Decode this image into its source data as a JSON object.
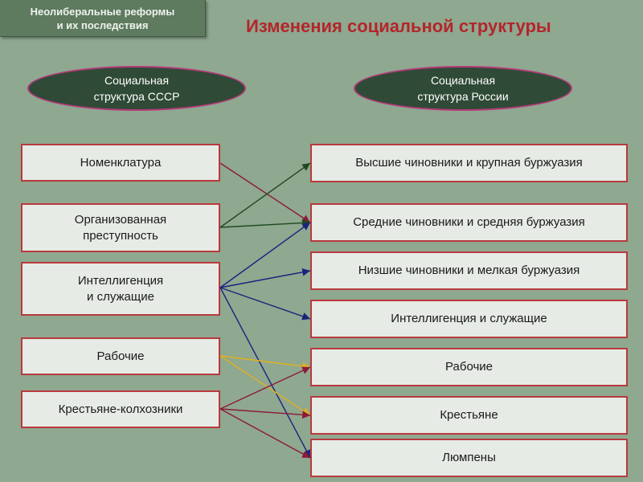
{
  "header": {
    "badge": "Неолиберальные реформы\nи их последствия",
    "title": "Изменения социальной структуры"
  },
  "ellipses": {
    "left": "Социальная\nструктура СССР",
    "right": "Социальная\nструктура России"
  },
  "left_boxes": [
    "Номенклатура",
    "Организованная\nпреступность",
    "Интеллигенция\nи служащие",
    "Рабочие",
    "Крестьяне-колхозники"
  ],
  "right_boxes": [
    "Высшие чиновники и крупная буржуазия",
    "Средние чиновники и средняя буржуазия",
    "Низшие чиновники и мелкая буржуазия",
    "Интеллигенция и служащие",
    "Рабочие",
    "Крестьяне",
    "Люмпены"
  ],
  "colors": {
    "background": "#8fa890",
    "title": "#b3262a",
    "box_border": "#b83a3d",
    "ellipse_fill": "#2f4a36",
    "ellipse_border": "#b43a7a",
    "arrow_maroon": "#8b1a3a",
    "arrow_darkgreen": "#1f4a1f",
    "arrow_blue": "#1a237e",
    "arrow_yellow": "#e0b020"
  },
  "connections": [
    {
      "from": 0,
      "to": 1,
      "color": "arrow_maroon"
    },
    {
      "from": 1,
      "to": 0,
      "color": "arrow_darkgreen"
    },
    {
      "from": 1,
      "to": 1,
      "color": "arrow_darkgreen"
    },
    {
      "from": 2,
      "to": 1,
      "color": "arrow_blue"
    },
    {
      "from": 2,
      "to": 2,
      "color": "arrow_blue"
    },
    {
      "from": 2,
      "to": 3,
      "color": "arrow_blue"
    },
    {
      "from": 2,
      "to": 6,
      "color": "arrow_blue"
    },
    {
      "from": 3,
      "to": 4,
      "color": "arrow_yellow"
    },
    {
      "from": 3,
      "to": 5,
      "color": "arrow_yellow"
    },
    {
      "from": 4,
      "to": 4,
      "color": "arrow_maroon"
    },
    {
      "from": 4,
      "to": 5,
      "color": "arrow_maroon"
    },
    {
      "from": 4,
      "to": 6,
      "color": "arrow_maroon"
    }
  ]
}
